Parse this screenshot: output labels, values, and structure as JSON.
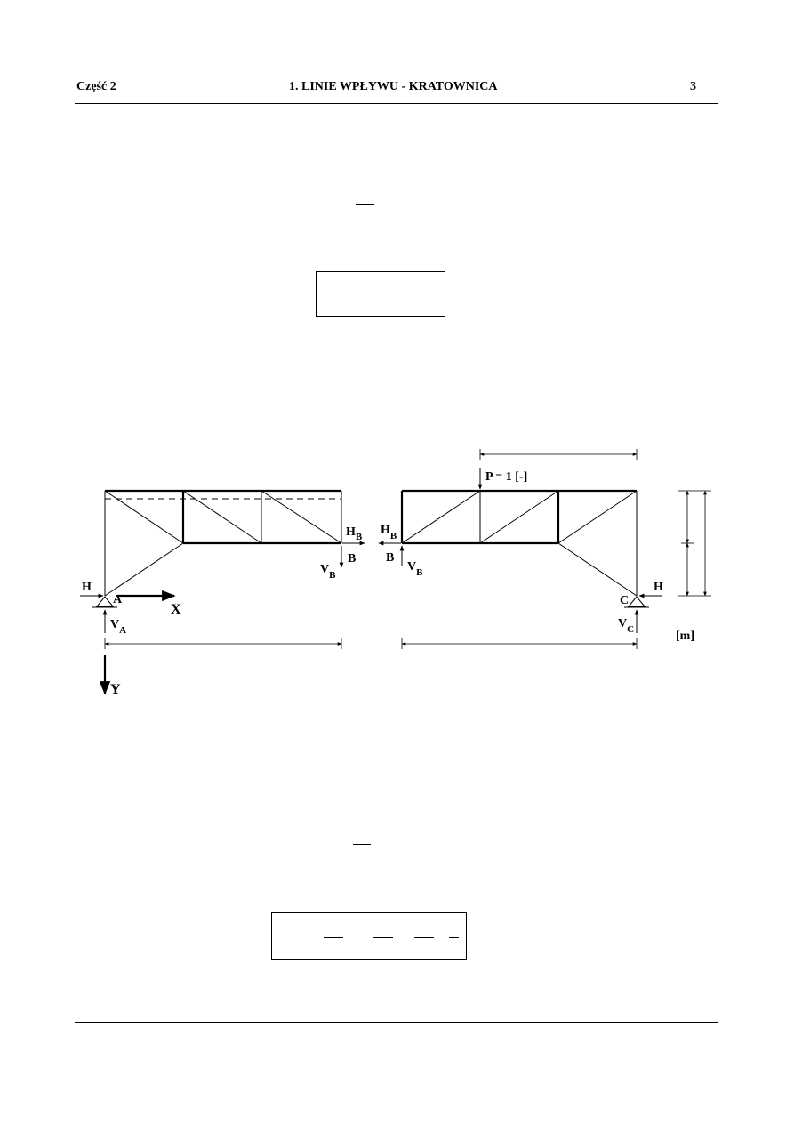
{
  "header": {
    "left": "Część 2",
    "center": "1. LINIE WPŁYWU - KRATOWNICA",
    "page_number": "3"
  },
  "diagram": {
    "labels": {
      "H": "H",
      "A": "A",
      "X": "X",
      "V": "V",
      "sub_A": "A",
      "Y": "Y",
      "HB_H": "H",
      "HB_sub": "B",
      "B": "B",
      "VB_V": "V",
      "VB_sub": "B",
      "P_load": "P = 1 [-]",
      "C": "C",
      "VC_V": "V",
      "VC_sub": "C",
      "units": "[m]"
    }
  }
}
